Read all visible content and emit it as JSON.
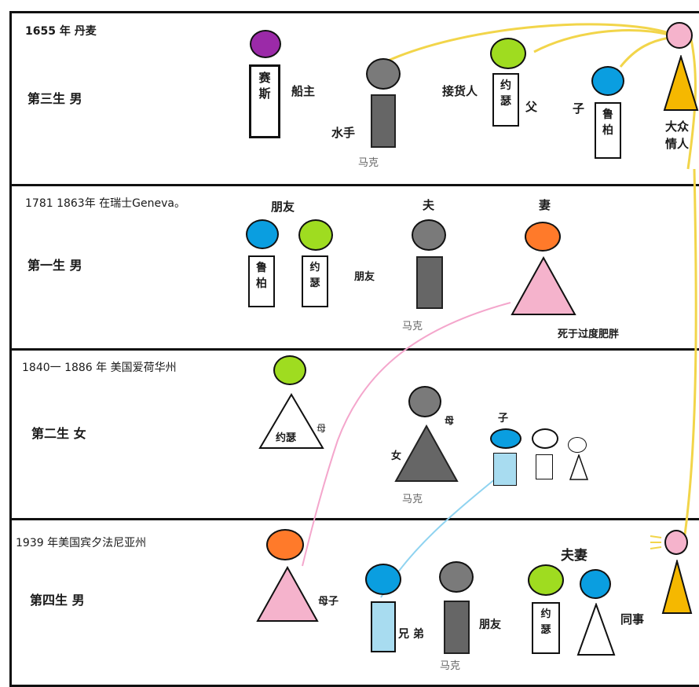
{
  "colors": {
    "purple": "#9b2aa8",
    "gray": "#7a7a7a",
    "green": "#9fdc20",
    "blue": "#0a9ee0",
    "orange": "#ff7a2a",
    "pink": "#f5b3cc",
    "amber": "#f5b800",
    "lightblue": "#a8dcf0",
    "link_yellow": "#f2d54a",
    "link_pink": "#f4a6cc",
    "link_blue": "#8fd3f0"
  },
  "panels": [
    {
      "header": "1655 年 丹麦",
      "life": "第三生 男",
      "labels": {
        "saisi": "赛\n斯",
        "captain": "船主",
        "sailor": "水手",
        "mark": "马克",
        "receiver": "接货人",
        "yuese": "约\n瑟",
        "father": "父",
        "son": "子",
        "lubai": "鲁\n柏",
        "public_lover": "大众\n情人"
      }
    },
    {
      "header": "1781 1863年 在瑞士Geneva。",
      "life": "第一生 男",
      "labels": {
        "friends_top": "朋友",
        "lubai": "鲁\n柏",
        "yuese": "约\n瑟",
        "friends_mid": "朋友",
        "husband": "夫",
        "wife": "妻",
        "mark": "马克",
        "death": "死于过度肥胖"
      }
    },
    {
      "header": "1840一 1886 年 美国爱荷华州",
      "life": "第二生 女",
      "labels": {
        "yuese": "约瑟",
        "mother1": "母",
        "mother2": "母",
        "female": "女",
        "son": "子",
        "mark": "马克"
      }
    },
    {
      "header": "1939 年美国宾夕法尼亚州",
      "life": "第四生 男",
      "labels": {
        "couple": "夫妻",
        "mother_son": "母子",
        "brothers": "兄 弟",
        "friends": "朋友",
        "yuese": "约\n瑟",
        "colleague": "同事",
        "mark": "马克"
      }
    }
  ]
}
